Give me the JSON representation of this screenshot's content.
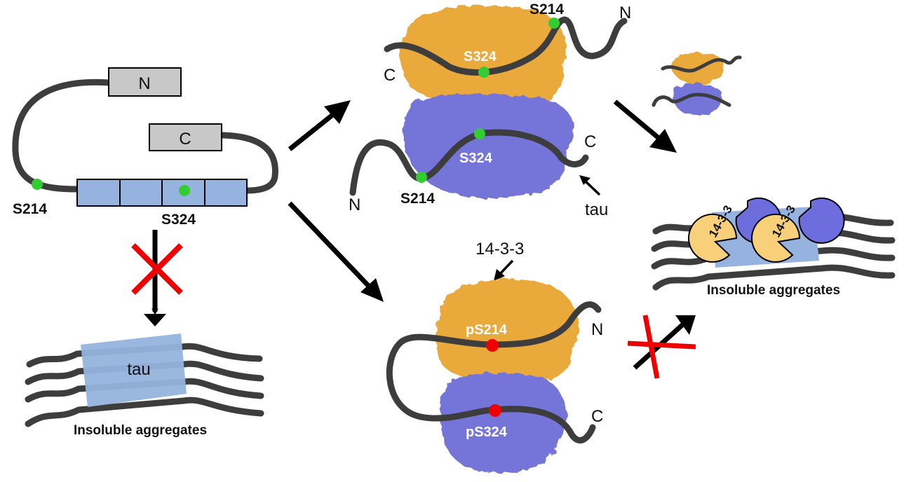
{
  "free_tau": {
    "n_box": "N",
    "c_box": "C",
    "site_a": "S214",
    "site_b": "S324"
  },
  "left_aggregate": {
    "fibril_label": "tau",
    "caption": "Insoluble aggregates"
  },
  "top_complex": {
    "upper_site_top": "S214",
    "upper_site_mid": "S324",
    "upper_n": "N",
    "upper_c": "C",
    "lower_site_mid": "S324",
    "lower_site_bottom": "S214",
    "lower_n": "N",
    "lower_c": "C",
    "tau_pointer": "tau"
  },
  "bottom_complex": {
    "pointer_label": "14-3-3",
    "site_upper": "pS214",
    "site_lower": "pS324",
    "n_end": "N",
    "c_end": "C"
  },
  "right_aggregate": {
    "protein_left": "14-3-3",
    "protein_right": "14-3-3",
    "caption": "Insoluble aggregates"
  },
  "colors": {
    "gold_protein": "#E9A93A",
    "blue_protein": "#7474D9",
    "domain_box_gray": "#C8C8C8",
    "repeat_box_blue": "#95B3DE",
    "site_green": "#33CC33",
    "site_red": "#EE0000",
    "block_cross": "#EE0000",
    "yellow_1433": "#F8D07A",
    "purple_1433": "#6D6DDD"
  }
}
